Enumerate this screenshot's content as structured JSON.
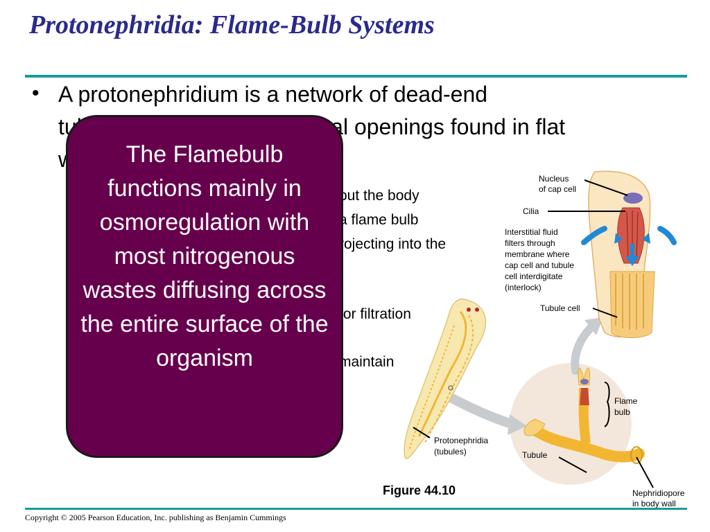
{
  "slide": {
    "title": "Protonephridia: Flame-Bulb Systems",
    "bullet_marker": "•",
    "bullet_lines": [
      "A protonephridium is a network of dead-end",
      "tubules connected to external openings found in flat",
      "worms"
    ],
    "sub_lines": [
      "out the body",
      "a flame bulb",
      "rojecting into the",
      "for filtration",
      "maintain"
    ],
    "callout_text": "The Flamebulb functions mainly in osmoregulation with most nitrogenous wastes diffusing across the entire surface of the organism",
    "copyright": "Copyright © 2005 Pearson Education, Inc. publishing as Benjamin Cummings"
  },
  "figure": {
    "caption": "Figure 44.10",
    "labels": {
      "nucleus_line1": "Nucleus",
      "nucleus_line2": "of cap cell",
      "cilia": "Cilia",
      "interstitial_1": "Interstitial fluid",
      "interstitial_2": "filters through",
      "interstitial_3": "membrane where",
      "interstitial_4": "cap cell and tubule",
      "interstitial_5": "cell interdigitate",
      "interstitial_6": "(interlock)",
      "tubule_cell": "Tubule cell",
      "flame_bulb_1": "Flame",
      "flame_bulb_2": "bulb",
      "protonephridia_1": "Protonephridia",
      "protonephridia_2": "(tubules)",
      "tubule": "Tubule",
      "nephridiopore_1": "Nephridiopore",
      "nephridiopore_2": "in body wall"
    }
  },
  "colors": {
    "title": "#2a2a8c",
    "rule": "#1a9a9a",
    "callout_bg": "#66004d",
    "tubule": "#f2b632",
    "arrow_blue": "#1f8ad6",
    "cilia_red": "#c0392b"
  }
}
